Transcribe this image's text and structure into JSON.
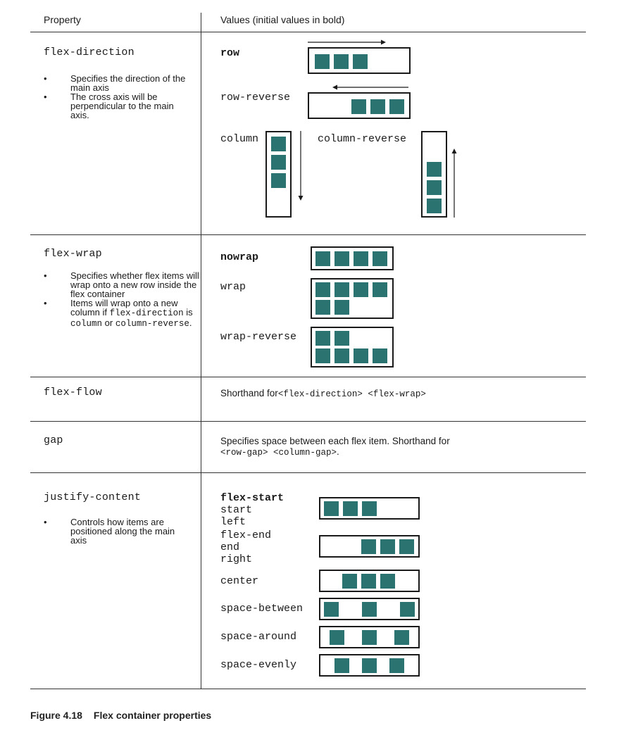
{
  "header": {
    "property_col": "Property",
    "values_col": "Values (initial values in bold)"
  },
  "rows": {
    "flex_direction": {
      "name": "flex-direction",
      "bullets": [
        "Specifies the direction of the main axis",
        "The cross axis will be perpendicular to the main axis."
      ],
      "values": {
        "row": "row",
        "row_reverse": "row-reverse",
        "column": "column",
        "column_reverse": "column-reverse"
      }
    },
    "flex_wrap": {
      "name": "flex-wrap",
      "bullet1": "Specifies whether flex items will wrap onto a new row inside the flex container",
      "bullet2_a": "Items will wrap onto a new column if ",
      "bullet2_code1": "flex-direction",
      "bullet2_b": " is ",
      "bullet2_code2": "column",
      "bullet2_c": " or ",
      "bullet2_code3": "column-reverse",
      "bullet2_d": ".",
      "values": {
        "nowrap": "nowrap",
        "wrap": "wrap",
        "wrap_reverse": "wrap-reverse"
      }
    },
    "flex_flow": {
      "name": "flex-flow",
      "desc_a": "Shorthand for",
      "desc_code": "<flex-direction> <flex-wrap>"
    },
    "gap": {
      "name": "gap",
      "desc_a": "Specifies space between each flex item. Shorthand for",
      "desc_code": "<row-gap> <column-gap>",
      "desc_end": "."
    },
    "justify_content": {
      "name": "justify-content",
      "bullet": "Controls how items are positioned along the main axis",
      "values": {
        "flex_start": "flex-start",
        "start": "start",
        "left": "left",
        "flex_end": "flex-end",
        "end": "end",
        "right": "right",
        "center": "center",
        "space_between": "space-between",
        "space_around": "space-around",
        "space_evenly": "space-evenly"
      }
    }
  },
  "caption": {
    "label": "Figure 4.18",
    "title": "Flex container properties"
  },
  "colors": {
    "item": "#2b7370",
    "border": "#1a1a1a"
  }
}
